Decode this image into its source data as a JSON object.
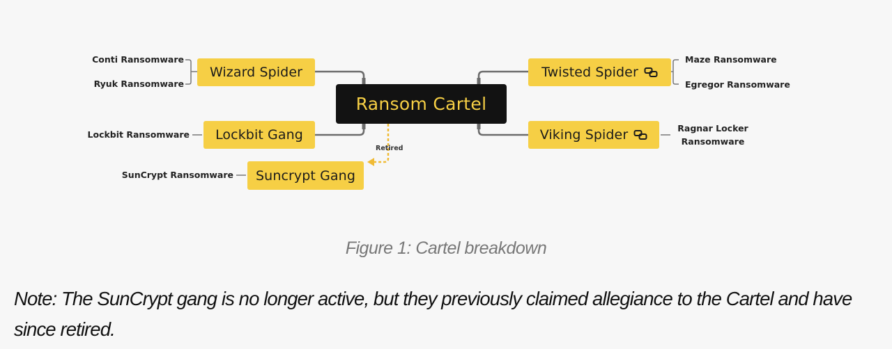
{
  "diagram": {
    "title": "Ransom Cartel",
    "colors": {
      "node_fill": "#f6cf45",
      "root_fill": "#121212",
      "root_text": "#f6cf45",
      "connector": "#6b6b6b",
      "retired_connector": "#f0bb35"
    },
    "nodes": [
      {
        "label": "Wizard Spider",
        "link_icon": false,
        "members": [
          "Conti Ransomware",
          "Ryuk Ransomware"
        ]
      },
      {
        "label": "Lockbit Gang",
        "link_icon": false,
        "members": [
          "Lockbit Ransomware"
        ]
      },
      {
        "label": "Suncrypt Gang",
        "link_icon": false,
        "members": [
          "SunCrypt Ransomware"
        ],
        "status": "Retired"
      },
      {
        "label": "Twisted Spider",
        "link_icon": true,
        "icon": "link-icon",
        "members": [
          "Maze Ransomware",
          "Egregor Ransomware"
        ]
      },
      {
        "label": "Viking Spider",
        "link_icon": true,
        "icon": "link-icon",
        "members": [
          "Ragnar Locker Ransomware"
        ]
      }
    ],
    "viking_leaf_lines": [
      "Ragnar Locker",
      "Ransomware"
    ],
    "retired_label": "Retired"
  },
  "caption": "Figure 1: Cartel breakdown",
  "note": "Note: The SunCrypt gang is no longer active, but they previously claimed allegiance to the Cartel and have since retired."
}
